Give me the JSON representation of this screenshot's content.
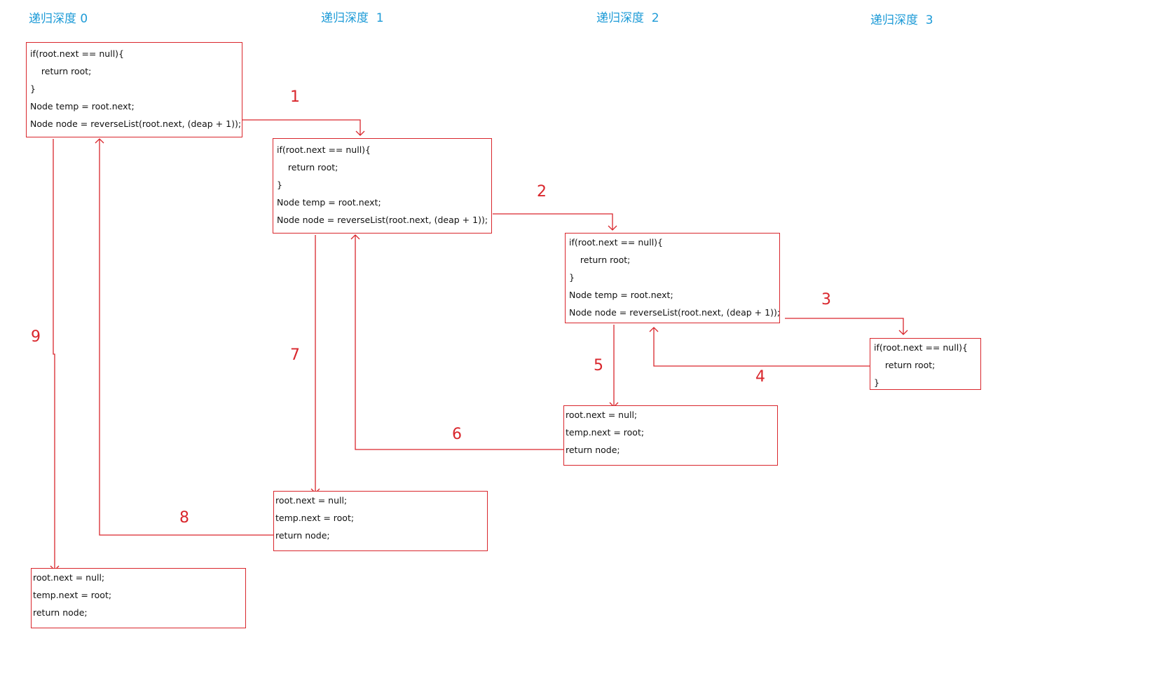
{
  "colors": {
    "header_text": "#1e9bd7",
    "box_border": "#d9262c",
    "arrow": "#d9262c",
    "step_number": "#d9262c",
    "code_text": "#111111",
    "background": "#ffffff"
  },
  "depth_headers": [
    "递归深度 0",
    "递归深度  1",
    "递归深度  2",
    "递归深度  3"
  ],
  "call_box_lines": [
    "if(root.next == null){",
    "    return root;",
    "}",
    "Node temp = root.next;",
    "Node node = reverseList(root.next, (deap + 1));"
  ],
  "base_box_lines": [
    "if(root.next == null){",
    "    return root;",
    "}"
  ],
  "return_box_lines": [
    "root.next = null;",
    "temp.next = root;",
    "return node;"
  ],
  "step_numbers": [
    "1",
    "2",
    "3",
    "4",
    "5",
    "6",
    "7",
    "8",
    "9"
  ]
}
